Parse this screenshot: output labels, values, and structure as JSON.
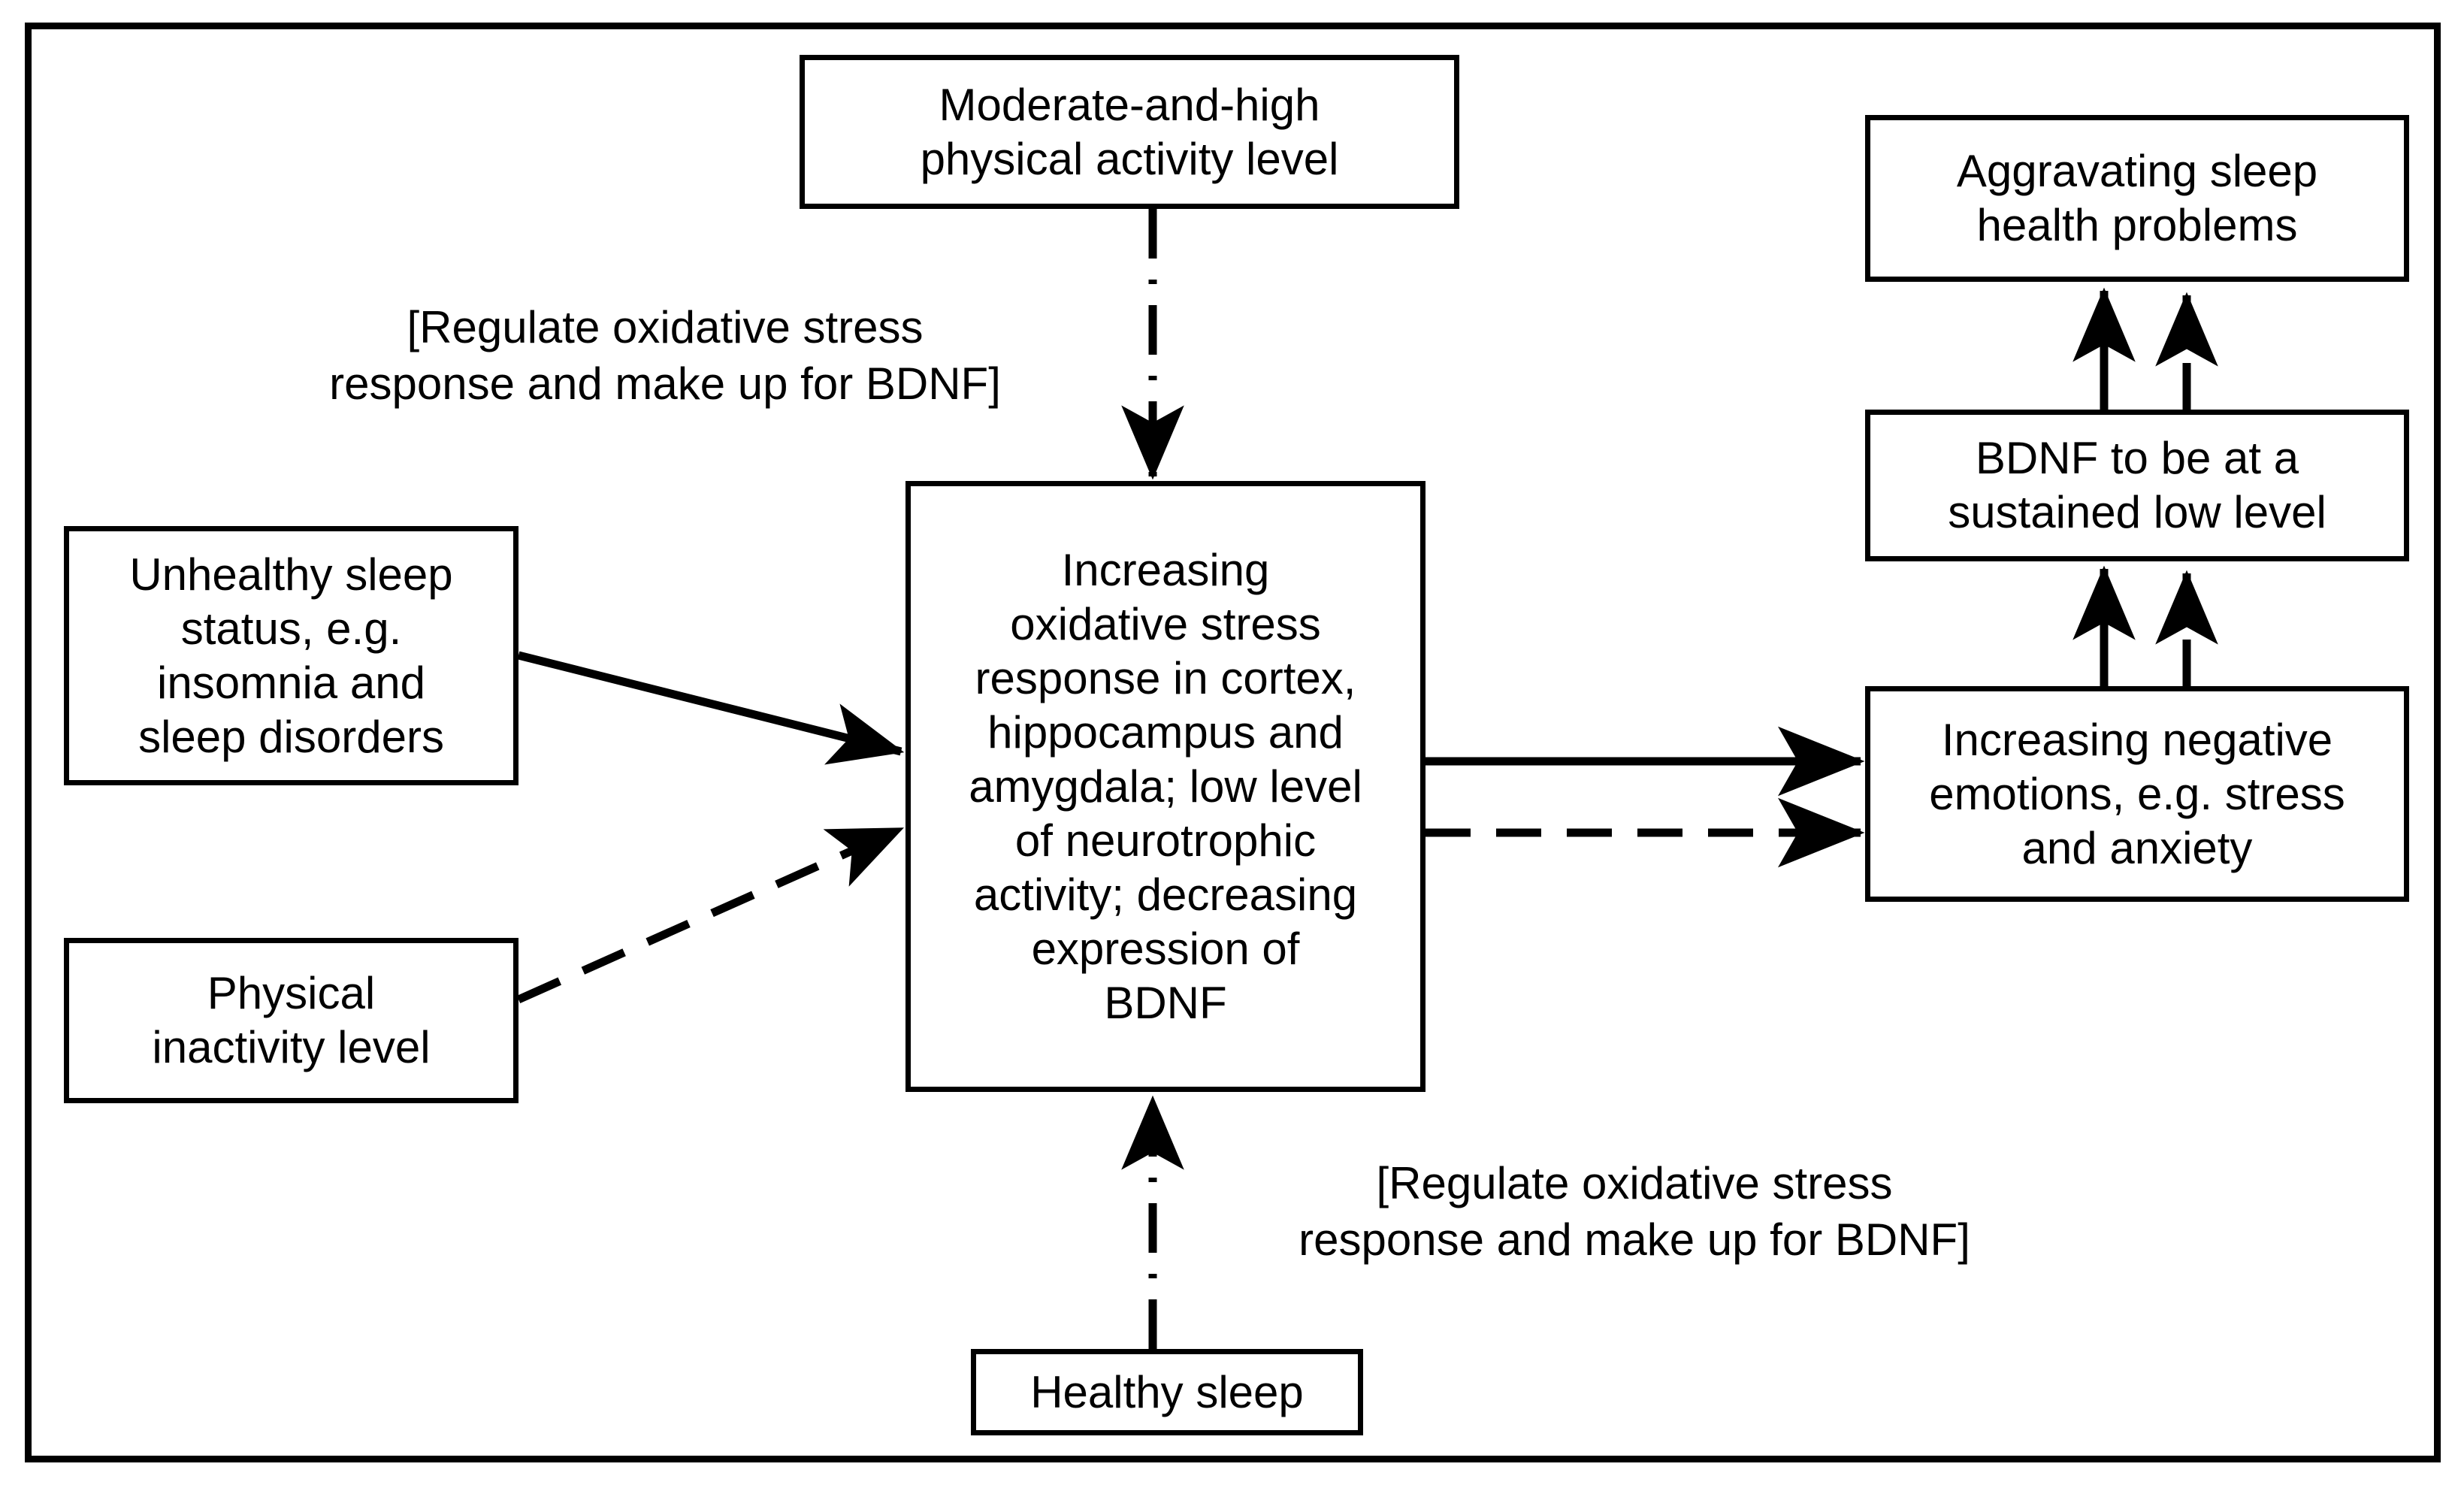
{
  "figure": {
    "type": "flowchart",
    "title": "Conceptual model linking sleep status, physical activity, oxidative stress, BDNF and negative emotions",
    "background_color": "#ffffff",
    "line_color": "#000000",
    "outer_frame": true
  },
  "nodes": {
    "physical_activity": {
      "id": "moderate-and-high-physical-activity-level",
      "label": "Moderate-and-high\nphysical activity level"
    },
    "unhealthy_sleep": {
      "id": "unhealthy-sleep-status",
      "label": "Unhealthy sleep\nstatus, e.g.\ninsomnia and\nsleep disorders"
    },
    "physical_inactivity": {
      "id": "physical-inactivity-level",
      "label": "Physical\ninactivity level"
    },
    "center": {
      "id": "increasing-oxidative-stress-response",
      "label": "Increasing\noxidative stress\nresponse in cortex,\nhippocampus and\namygdala; low level\nof neurotrophic\nactivity; decreasing\nexpression of\nBDNF"
    },
    "healthy_sleep": {
      "id": "healthy-sleep",
      "label": "Healthy sleep"
    },
    "negative_emotions": {
      "id": "increasing-negative-emotions",
      "label": "Increasing negative\nemotions, e.g. stress\nand anxiety"
    },
    "bdnf_low": {
      "id": "bdnf-sustained-low-level",
      "label": "BDNF to be at a\nsustained low level"
    },
    "aggravating": {
      "id": "aggravating-sleep-health-problems",
      "label": "Aggravating sleep\nhealth problems"
    }
  },
  "annotations": {
    "top_label": "[Regulate oxidative stress\nresponse and make up for BDNF]",
    "bottom_label": "[Regulate oxidative stress\nresponse and make up for BDNF]"
  },
  "edges": [
    {
      "from": "physical_activity",
      "to": "center",
      "style": "dash-dot",
      "direction": "down"
    },
    {
      "from": "healthy_sleep",
      "to": "center",
      "style": "dash-dot",
      "direction": "up"
    },
    {
      "from": "unhealthy_sleep",
      "to": "center",
      "style": "solid",
      "direction": "right"
    },
    {
      "from": "physical_inactivity",
      "to": "center",
      "style": "dashed",
      "direction": "right"
    },
    {
      "from": "center",
      "to": "negative_emotions",
      "style": "solid",
      "direction": "right"
    },
    {
      "from": "center",
      "to": "negative_emotions",
      "style": "dashed",
      "direction": "right"
    },
    {
      "from": "negative_emotions",
      "to": "bdnf_low",
      "style": "solid",
      "direction": "up"
    },
    {
      "from": "negative_emotions",
      "to": "bdnf_low",
      "style": "dashed",
      "direction": "up"
    },
    {
      "from": "bdnf_low",
      "to": "aggravating",
      "style": "solid",
      "direction": "up"
    },
    {
      "from": "bdnf_low",
      "to": "aggravating",
      "style": "dashed",
      "direction": "up"
    }
  ]
}
